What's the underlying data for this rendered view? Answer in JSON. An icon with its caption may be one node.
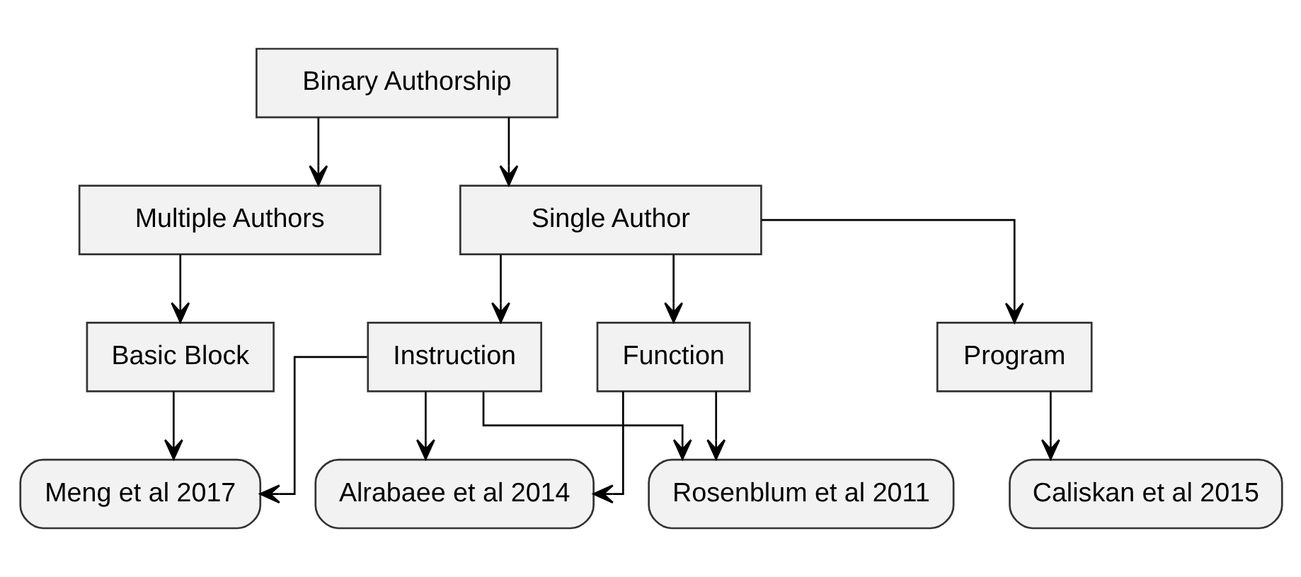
{
  "diagram": {
    "nodes": [
      {
        "text": [
          "Binary Authorship"
        ]
      },
      {
        "text": [
          "Multiple Authors"
        ]
      },
      {
        "text": [
          "Single Author"
        ]
      },
      {
        "text": [
          "Basic Block"
        ]
      },
      {
        "text": [
          "Instruction"
        ]
      },
      {
        "text": [
          "Function"
        ]
      },
      {
        "text": [
          "Program"
        ]
      },
      {
        "text": [
          "Meng et al 2017"
        ]
      },
      {
        "text": [
          "Rosenblum et al 2011"
        ]
      },
      {
        "text": [
          "Alrabaee et al 2014"
        ]
      },
      {
        "text": [
          "Caliskan et al 2015"
        ]
      }
    ],
    "edges": [
      {
        "from": 0,
        "to": 1,
        "arrow": "to"
      },
      {
        "from": 0,
        "to": 2,
        "arrow": "to"
      },
      {
        "from": 1,
        "to": 3,
        "arrow": "to"
      },
      {
        "from": 2,
        "to": 4,
        "arrow": "to"
      },
      {
        "from": 2,
        "to": 5,
        "arrow": "to"
      },
      {
        "from": 2,
        "to": 6,
        "arrow": "to"
      },
      {
        "from": 3,
        "to": 7,
        "arrow": "to"
      },
      {
        "from": 4,
        "to": 7,
        "arrow": "to"
      },
      {
        "from": 4,
        "to": 8,
        "arrow": "to"
      },
      {
        "from": 5,
        "to": 8,
        "arrow": "to"
      },
      {
        "from": 4,
        "to": 9,
        "arrow": "to"
      },
      {
        "from": 5,
        "to": 9,
        "arrow": "to"
      },
      {
        "from": 6,
        "to": 10,
        "arrow": "to"
      }
    ]
  }
}
